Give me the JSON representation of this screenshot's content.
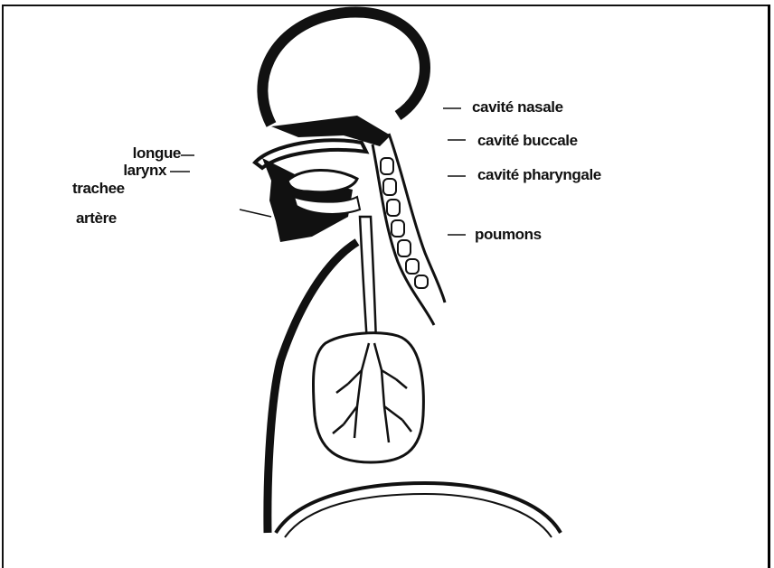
{
  "labels": {
    "left": [
      "longue",
      "larynx",
      "trachee",
      "artère"
    ],
    "right": [
      "cavité nasale",
      "cavité buccale",
      "cavité pharyngale",
      "poumons"
    ]
  },
  "colors": {
    "ink": "#111111",
    "paper": "#ffffff"
  }
}
